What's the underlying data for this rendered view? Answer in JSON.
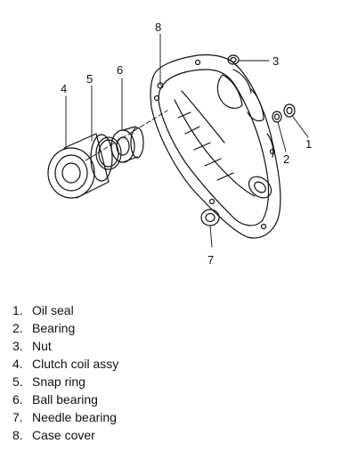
{
  "callouts": [
    "8",
    "3",
    "4",
    "5",
    "6",
    "2",
    "1",
    "7"
  ],
  "legend": [
    {
      "num": "1.",
      "label": "Oil seal"
    },
    {
      "num": "2.",
      "label": "Bearing"
    },
    {
      "num": "3.",
      "label": "Nut"
    },
    {
      "num": "4.",
      "label": "Clutch coil assy"
    },
    {
      "num": "5.",
      "label": "Snap ring"
    },
    {
      "num": "6.",
      "label": "Ball bearing"
    },
    {
      "num": "7.",
      "label": "Needle bearing"
    },
    {
      "num": "8.",
      "label": "Case cover"
    }
  ]
}
